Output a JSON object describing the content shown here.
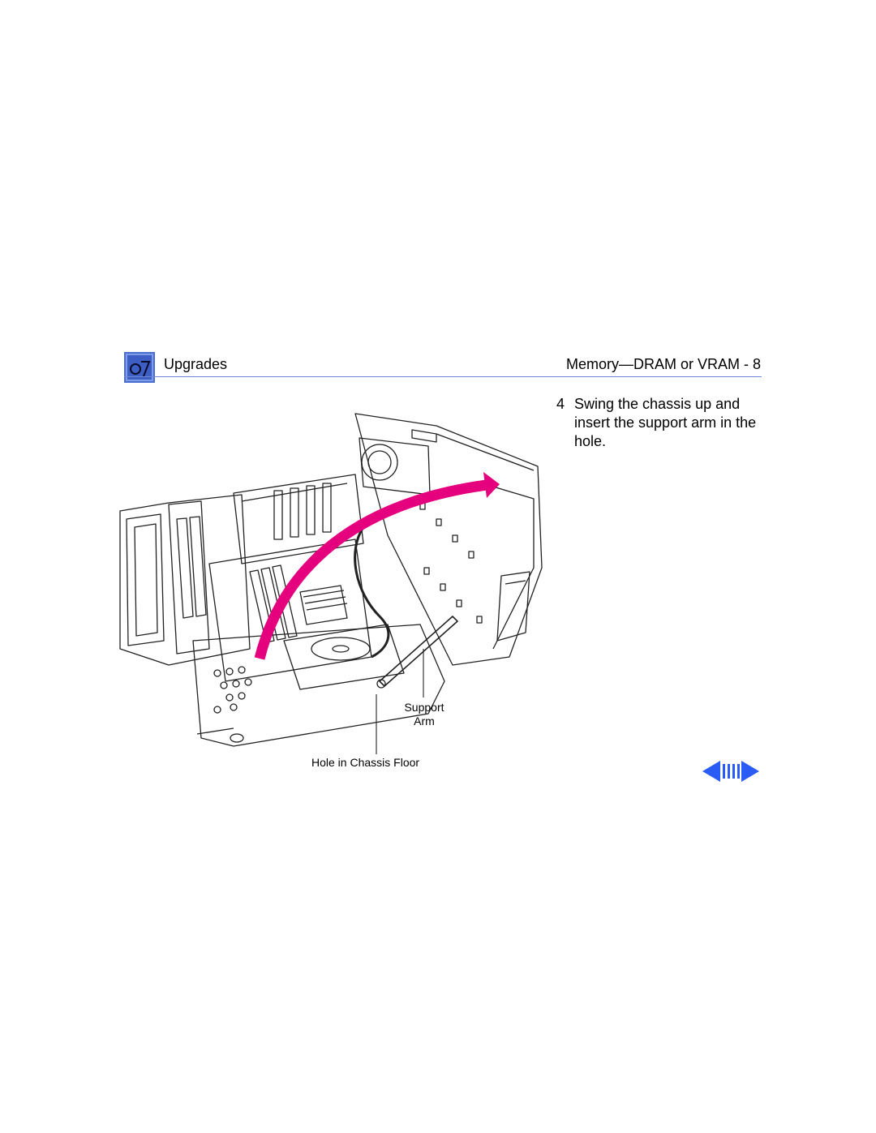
{
  "header": {
    "section": "Upgrades",
    "page_title": "Memory—DRAM or VRAM -  8",
    "tab_icon": "manual-tab-icon",
    "rule_color": "#6f87d6"
  },
  "step": {
    "number": "4",
    "text": "Swing the chassis up and insert the support arm in the hole."
  },
  "figure": {
    "labels": {
      "support": "Support",
      "arm": "Arm",
      "hole": "Hole in Chassis Floor"
    },
    "arrow_color": "#e5007e"
  },
  "nav": {
    "prev_icon": "previous-page-arrow-icon",
    "index_icon": "index-bars-icon",
    "next_icon": "next-page-arrow-icon",
    "color": "#2a5bf5"
  }
}
